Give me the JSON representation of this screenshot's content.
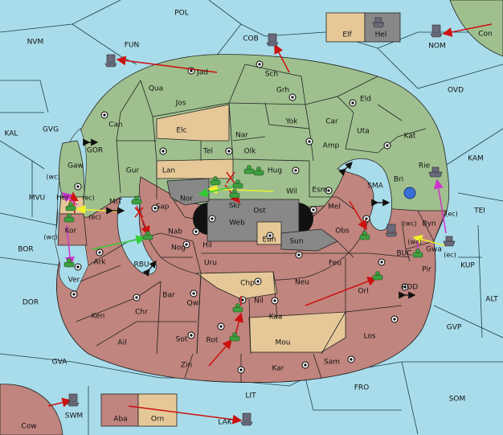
{
  "colors": {
    "water": "#a9dcea",
    "green": "#9fc08e",
    "red": "#c0857e",
    "tan": "#e6c898",
    "gray": "#888888",
    "black": "#111111",
    "arrow_red": "#cc1111",
    "arrow_yellow": "#f0f030",
    "arrow_green": "#33cc33",
    "arrow_magenta": "#cc33cc",
    "army": "#3f9f3f",
    "fleet": "#6a6a7a"
  },
  "regions": [
    {
      "id": "POL",
      "label": "POL"
    },
    {
      "id": "NVM",
      "label": "NVM"
    },
    {
      "id": "FUN",
      "label": "FUN"
    },
    {
      "id": "COB",
      "label": "COB"
    },
    {
      "id": "NOM",
      "label": "NOM"
    },
    {
      "id": "Con",
      "label": "Con"
    },
    {
      "id": "Elf",
      "label": "Elf"
    },
    {
      "id": "Hel",
      "label": "Hel"
    },
    {
      "id": "OVD",
      "label": "OVD"
    },
    {
      "id": "KAL",
      "label": "KAL"
    },
    {
      "id": "GVG",
      "label": "GVG"
    },
    {
      "id": "KAM",
      "label": "KAM"
    },
    {
      "id": "TEI",
      "label": "TEI"
    },
    {
      "id": "MVU",
      "label": "MVU"
    },
    {
      "id": "BOR",
      "label": "BOR"
    },
    {
      "id": "KUP",
      "label": "KUP"
    },
    {
      "id": "ALT",
      "label": "ALT"
    },
    {
      "id": "DOR",
      "label": "DOR"
    },
    {
      "id": "GVP",
      "label": "GVP"
    },
    {
      "id": "GVA",
      "label": "GVA"
    },
    {
      "id": "SOM",
      "label": "SOM"
    },
    {
      "id": "FRO",
      "label": "FRO"
    },
    {
      "id": "LIT",
      "label": "LIT"
    },
    {
      "id": "SWM",
      "label": "SWM"
    },
    {
      "id": "LAK",
      "label": "LAK"
    },
    {
      "id": "Cow",
      "label": "Cow"
    },
    {
      "id": "Aba",
      "label": "Aba"
    },
    {
      "id": "Orn",
      "label": "Orn"
    },
    {
      "id": "Jad",
      "label": "Jad"
    },
    {
      "id": "Sch",
      "label": "Sch"
    },
    {
      "id": "Qua",
      "label": "Qua"
    },
    {
      "id": "Grh",
      "label": "Grh"
    },
    {
      "id": "Jos",
      "label": "Jos"
    },
    {
      "id": "Eld",
      "label": "Eld"
    },
    {
      "id": "Can",
      "label": "Can"
    },
    {
      "id": "Yok",
      "label": "Yok"
    },
    {
      "id": "Car",
      "label": "Car"
    },
    {
      "id": "Elc",
      "label": "Elc"
    },
    {
      "id": "Nar",
      "label": "Nar"
    },
    {
      "id": "Uta",
      "label": "Uta"
    },
    {
      "id": "Kat",
      "label": "Kat"
    },
    {
      "id": "Amp",
      "label": "Amp"
    },
    {
      "id": "Tel",
      "label": "Tel"
    },
    {
      "id": "Olk",
      "label": "Olk"
    },
    {
      "id": "Gur",
      "label": "Gur"
    },
    {
      "id": "Lan",
      "label": "Lan"
    },
    {
      "id": "Hug",
      "label": "Hug"
    },
    {
      "id": "Bri",
      "label": "Bri"
    },
    {
      "id": "Rie",
      "label": "Rie"
    },
    {
      "id": "GOR",
      "label": "GOR"
    },
    {
      "id": "Gaw",
      "label": "Gaw"
    },
    {
      "id": "Nor",
      "label": "Nor"
    },
    {
      "id": "Wil",
      "label": "Wil"
    },
    {
      "id": "Esm",
      "label": "Esm"
    },
    {
      "id": "SMA",
      "label": "SMA"
    },
    {
      "id": "Her",
      "label": "Her"
    },
    {
      "id": "Sap",
      "label": "Sap"
    },
    {
      "id": "Skr",
      "label": "Skr"
    },
    {
      "id": "Ost",
      "label": "Ost"
    },
    {
      "id": "Mel",
      "label": "Mel"
    },
    {
      "id": "Byn",
      "label": "Byn"
    },
    {
      "id": "MIT",
      "label": "MIT"
    },
    {
      "id": "Web",
      "label": "Web"
    },
    {
      "id": "Kor",
      "label": "Kor"
    },
    {
      "id": "Nab",
      "label": "Nab"
    },
    {
      "id": "Obs",
      "label": "Obs"
    },
    {
      "id": "Hil",
      "label": "Hil"
    },
    {
      "id": "Eun",
      "label": "Eun"
    },
    {
      "id": "Sun",
      "label": "Sun"
    },
    {
      "id": "Gwa",
      "label": "Gwa"
    },
    {
      "id": "Ark",
      "label": "Ark"
    },
    {
      "id": "Nog",
      "label": "Nog"
    },
    {
      "id": "BUC",
      "label": "BUC"
    },
    {
      "id": "RBU",
      "label": "RBU"
    },
    {
      "id": "Uru",
      "label": "Uru"
    },
    {
      "id": "Feu",
      "label": "Feu"
    },
    {
      "id": "Pir",
      "label": "Pir"
    },
    {
      "id": "Ver",
      "label": "Ver"
    },
    {
      "id": "Chp",
      "label": "Chp"
    },
    {
      "id": "Orl",
      "label": "Orl"
    },
    {
      "id": "Bar",
      "label": "Bar"
    },
    {
      "id": "Neu",
      "label": "Neu"
    },
    {
      "id": "ROD",
      "label": "ROD"
    },
    {
      "id": "Qwi",
      "label": "Qwi"
    },
    {
      "id": "Nil",
      "label": "Nil"
    },
    {
      "id": "Ken",
      "label": "Ken"
    },
    {
      "id": "Chr",
      "label": "Chr"
    },
    {
      "id": "Kaa",
      "label": "Kaa"
    },
    {
      "id": "Ail",
      "label": "Ail"
    },
    {
      "id": "Sot",
      "label": "Sot"
    },
    {
      "id": "Rot",
      "label": "Rot"
    },
    {
      "id": "Mou",
      "label": "Mou"
    },
    {
      "id": "Los",
      "label": "Los"
    },
    {
      "id": "Zin",
      "label": "Zin"
    },
    {
      "id": "Kar",
      "label": "Kar"
    },
    {
      "id": "Sam",
      "label": "Sam"
    }
  ],
  "coast_notes": [
    {
      "id": "wc-her",
      "label": "(wc)"
    },
    {
      "id": "ec-her",
      "label": "(ec)"
    },
    {
      "id": "ec-kor",
      "label": "(ec)"
    },
    {
      "id": "wc-kor",
      "label": "(wc)"
    },
    {
      "id": "wc-byn",
      "label": "(wc)"
    },
    {
      "id": "ec-byn",
      "label": "(ec)"
    },
    {
      "id": "wc-gwa",
      "label": "(wc)"
    },
    {
      "id": "ec-gwa",
      "label": "(ec)"
    }
  ]
}
